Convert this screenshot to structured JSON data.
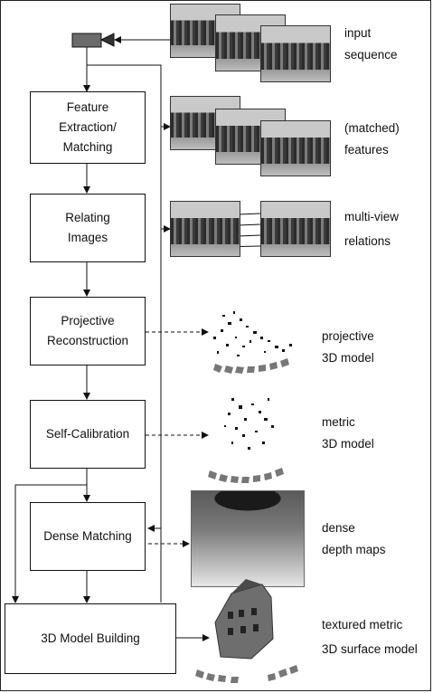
{
  "boxes": {
    "feature": "Feature\nExtraction/\nMatching",
    "relating": "Relating\nImages",
    "projective": "Projective\nReconstruction",
    "selfcal": "Self-Calibration",
    "dense": "Dense Matching",
    "model": "3D Model Building"
  },
  "labels": {
    "input": "input\nsequence",
    "features": "(matched)\nfeatures",
    "multiview": "multi-view\nrelations",
    "projective": "projective\n3D model",
    "metric": "metric\n3D model",
    "dense": "dense\ndepth maps",
    "textured": "textured metric\n3D surface model"
  }
}
